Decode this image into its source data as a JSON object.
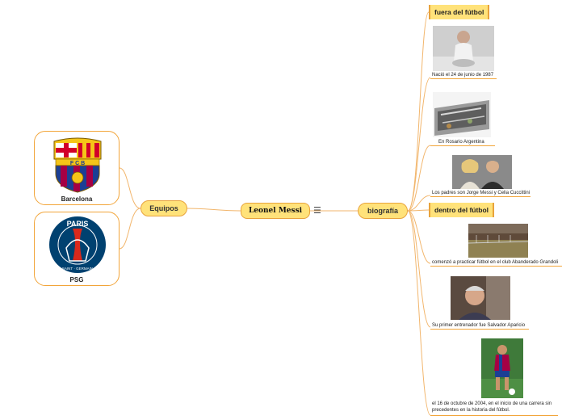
{
  "central": {
    "title": "Leonel Messi",
    "menu_icon": "hamburger-menu-icon"
  },
  "left_branch": {
    "label": "Equipos",
    "teams": [
      {
        "name": "Barcelona",
        "logo": "fcb-crest-icon"
      },
      {
        "name": "PSG",
        "logo": "psg-crest-icon"
      }
    ]
  },
  "right_branch": {
    "label": "biografía",
    "sections": [
      {
        "title": "fuera del fútbol",
        "items": [
          {
            "caption": "Nació el 24 de junio de 1987",
            "image": "baby-photo"
          },
          {
            "caption": "En Rosario Argentina",
            "image": "city-aerial-photo"
          },
          {
            "caption": "Los padres son Jorge Messi y Celia Cuccittini",
            "image": "parents-photo"
          }
        ]
      },
      {
        "title": "dentro del fútbol",
        "items": [
          {
            "caption": "comenzó a practicar fútbol en el club Abanderado Grandoli",
            "image": "football-field-photo"
          },
          {
            "caption": "Su primer entrenador fue Salvador Aparicio",
            "image": "coach-photo"
          },
          {
            "caption_lines": [
              "el 16 de octubre de 2004, en el inicio de una carrera sin",
              "precedentes en la historia del fútbol."
            ],
            "image": "player-photo"
          }
        ]
      }
    ]
  },
  "colors": {
    "node_fill": "#ffe27a",
    "node_border": "#e8a33c",
    "link": "#f2b66d",
    "fcb_blue": "#1c3f94",
    "fcb_red": "#a50044",
    "psg_blue": "#004170",
    "psg_red": "#da291c"
  }
}
